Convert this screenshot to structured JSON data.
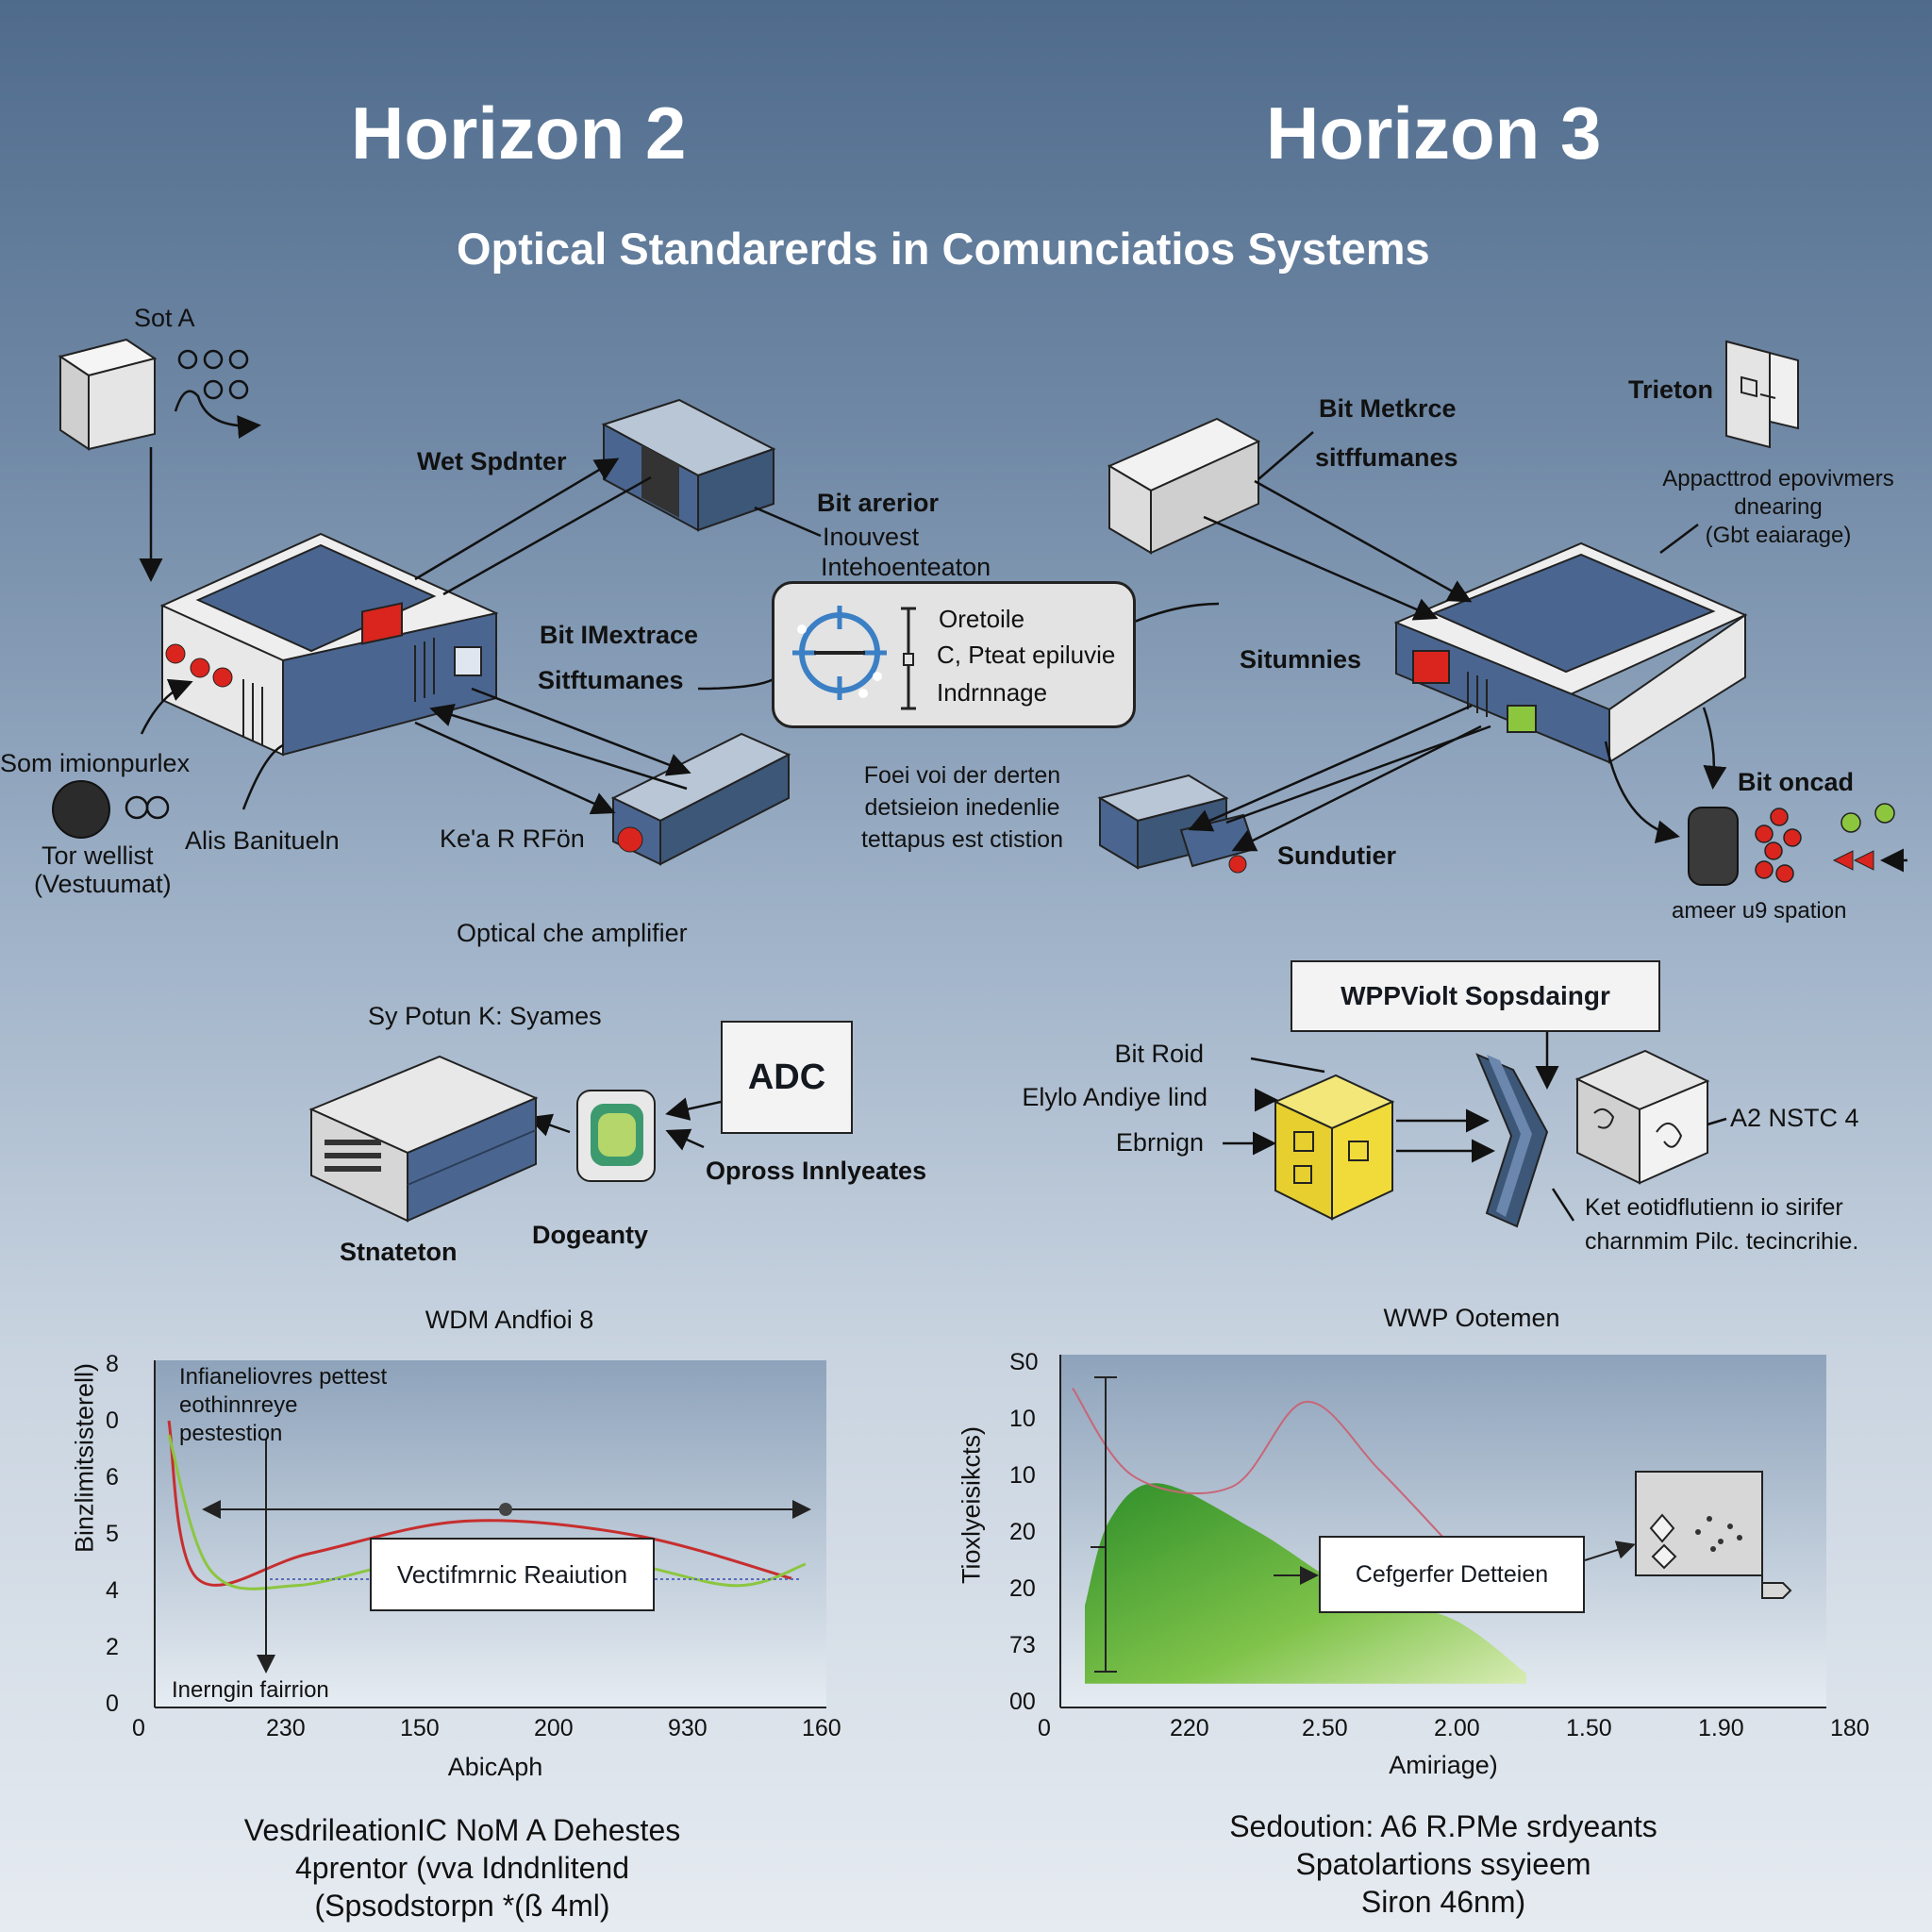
{
  "header": {
    "horizon_left": "Horizon 2",
    "horizon_right": "Horizon 3",
    "subtitle": "Optical Standarerds in Comunciatios Systems"
  },
  "left_diagram": {
    "set_a": "Sot A",
    "wet_splitter": "Wet Spdnter",
    "bit_arerior": "Bit arerior",
    "inouvest": "Inouvest",
    "intehentation": "Intehoentеаton",
    "bit_metrace": "Bit IMextrace",
    "sitfumanes": "Sitftumanes",
    "som_implex": "Som imionpurlex",
    "tot_wellist": "Tor wellist",
    "vestuumat": "(Vestuumat)",
    "alis_banitueln": "Alis Banitueln",
    "ketar_rfon": "Ke'a R RFön",
    "optical_amplifier": "Optical che amplifier"
  },
  "callout": {
    "line1": "Oretoile",
    "line2": "C, Pteat epiluvie",
    "line3": "Indrnnage"
  },
  "center_note": {
    "line1": "Foei voi der derten",
    "line2": "detsieion inedenlie",
    "line3": "tettapus est ctistion"
  },
  "right_diagram": {
    "bit_metrace": "Bit Metkrce",
    "sitfumanes": "sitffumanes",
    "trieton": "Trieton",
    "appacted_line1": "Appacttrod epovivmers",
    "appacted_line2": "dnearing",
    "appacted_line3": "(Gbt eaiarage)",
    "situmnies": "Situmnies",
    "bit_oncad": "Bit oncad",
    "sundutier": "Sundutier",
    "ameert": "ameer  u9 spation"
  },
  "mid_left": {
    "sy_potum": "Sy Potun K: Syames",
    "adc": "ADC",
    "opress": "Opross Innlyeates",
    "strateton": "Stnateton",
    "dogeanty": "Dogeanty"
  },
  "mid_right": {
    "wppviolt": "WPPViolt Sopsdaingr",
    "bit_roid": "Bit Roid",
    "elylo": "Elylo Andiye lind",
    "ebrnign": "Ebrnign",
    "a2_nstc": "A2 NSTC 4",
    "ket_line1": "Ket eotidflutienn  io sirifer",
    "ket_line2": "charnmim Pilc. tecincrihie."
  },
  "colors": {
    "accent_blue": "#4a6690",
    "red": "#d9251d",
    "green_curve": "#8cc63f",
    "red_curve": "#c72e2e",
    "green_fill": "#3f9b2f",
    "pink_curve": "#c86678"
  },
  "chart_data": [
    {
      "type": "line",
      "title": "WDM Andfioi 8",
      "xlabel": "AbicAph",
      "ylabel": "Binzlimitsisterell)",
      "x_tick_labels": [
        "0",
        "230",
        "150",
        "200",
        "930",
        "160"
      ],
      "y_tick_labels": [
        "8",
        "0",
        "6",
        "5",
        "4",
        "2",
        "0"
      ],
      "annotation_top": [
        "Infianeliovres pettest",
        "eothinnreye",
        "pestestion"
      ],
      "annotation_bottom": "Inerngin fairrion",
      "box_label": "Vectifmrnic Reaiution",
      "series": [
        {
          "color": "#c72e2e",
          "points": [
            [
              0.1,
              8.0
            ],
            [
              0.3,
              3.6
            ],
            [
              1.1,
              4.3
            ],
            [
              2.2,
              5.2
            ],
            [
              3.4,
              4.8
            ],
            [
              4.5,
              3.6
            ]
          ]
        },
        {
          "color": "#8cc63f",
          "points": [
            [
              0.1,
              7.6
            ],
            [
              0.4,
              3.8
            ],
            [
              1.0,
              3.4
            ],
            [
              2.0,
              4.2
            ],
            [
              3.2,
              4.1
            ],
            [
              4.1,
              3.4
            ],
            [
              4.6,
              4.0
            ]
          ]
        }
      ],
      "caption": "VesdrileationIC NoM A Dehestes\n4prentor (vva Idndnlitend\n(Spsodstorpn *(ß 4ml)"
    },
    {
      "type": "area",
      "title": "WWP Ootemen",
      "xlabel": "Amiriage)",
      "ylabel": "Tioxlyeisikcts)",
      "x_tick_labels": [
        "0",
        "220",
        "2.50",
        "2.00",
        "1.50",
        "1.90",
        "180"
      ],
      "y_tick_labels": [
        "S0",
        "10",
        "10",
        "20",
        "20",
        "73",
        "00"
      ],
      "box_label": "Cefgerfer Detteien",
      "series": [
        {
          "color": "#3f9b2f",
          "points": [
            [
              0.1,
              3.0
            ],
            [
              0.2,
              5.5
            ],
            [
              0.4,
              6.6
            ],
            [
              0.8,
              5.2
            ],
            [
              1.2,
              3.4
            ],
            [
              1.6,
              2.6
            ],
            [
              1.9,
              1.0
            ]
          ]
        },
        {
          "color": "#c86678",
          "points": [
            [
              0.05,
              9.4
            ],
            [
              0.3,
              6.8
            ],
            [
              0.7,
              6.5
            ],
            [
              1.0,
              9.0
            ],
            [
              1.3,
              7.0
            ],
            [
              1.6,
              4.7
            ]
          ]
        }
      ],
      "caption": "Sedoution:  A6 R.PMe srdyeants\nSpatolartions ssyieem\nSiron  46nm)"
    }
  ]
}
